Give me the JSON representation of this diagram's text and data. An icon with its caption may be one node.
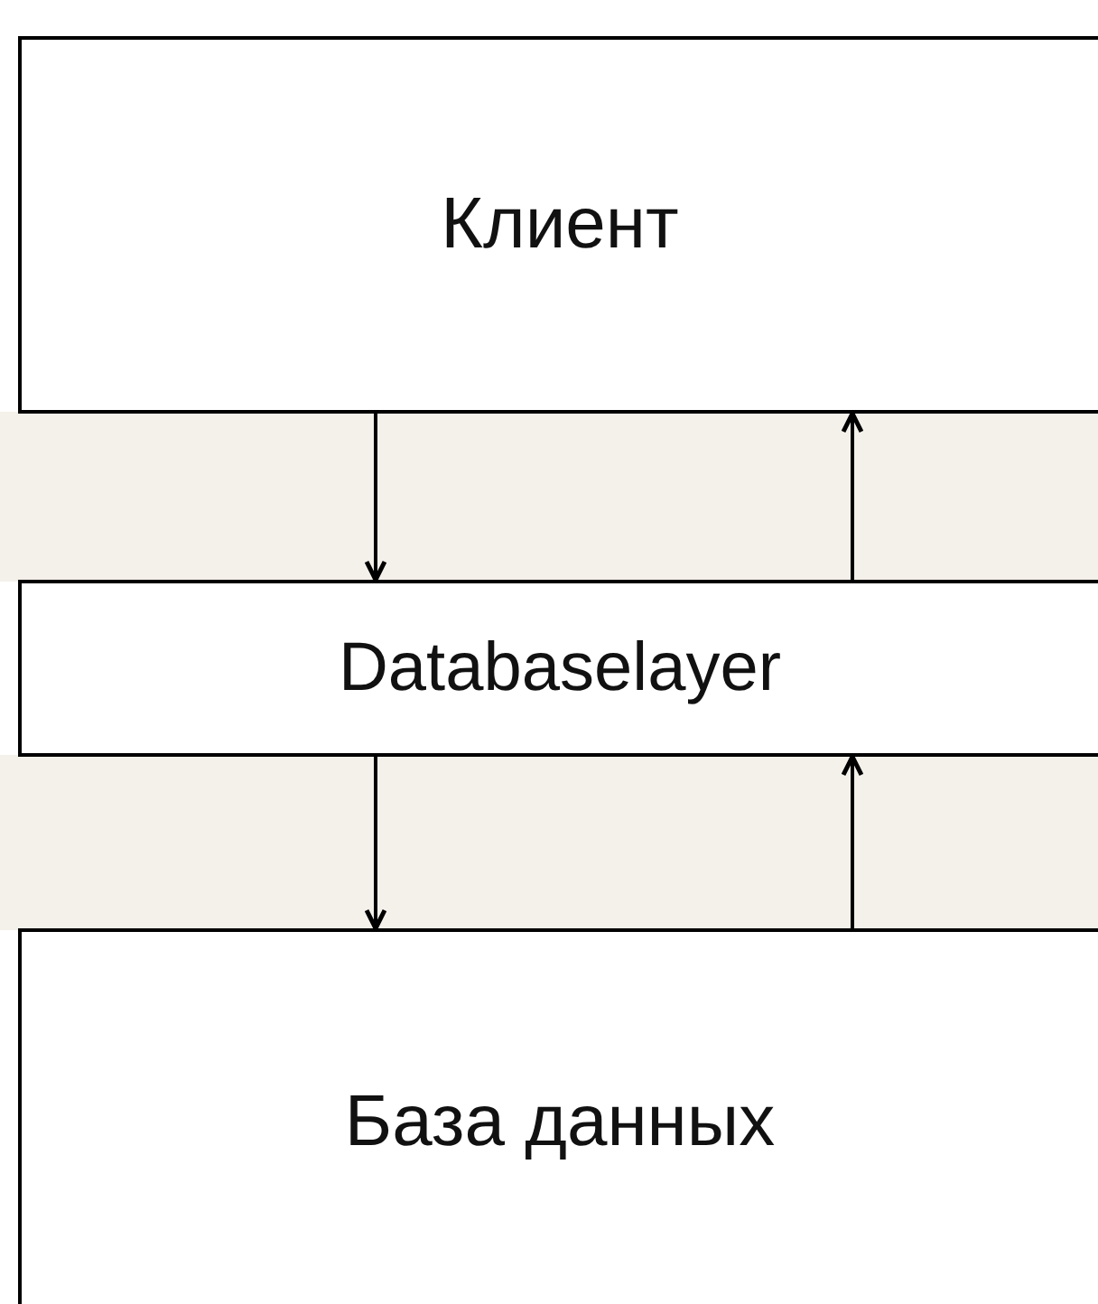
{
  "diagram": {
    "nodes": [
      {
        "text": [
          "Клиент"
        ]
      },
      {
        "text": [
          "Databaselayer"
        ]
      },
      {
        "text": [
          "База данных"
        ]
      }
    ],
    "edges": [
      {
        "from": 0,
        "to": 1,
        "arrow": "to"
      },
      {
        "from": 1,
        "to": 0,
        "arrow": "to"
      },
      {
        "from": 1,
        "to": 2,
        "arrow": "to"
      },
      {
        "from": 2,
        "to": 1,
        "arrow": "to"
      }
    ]
  }
}
